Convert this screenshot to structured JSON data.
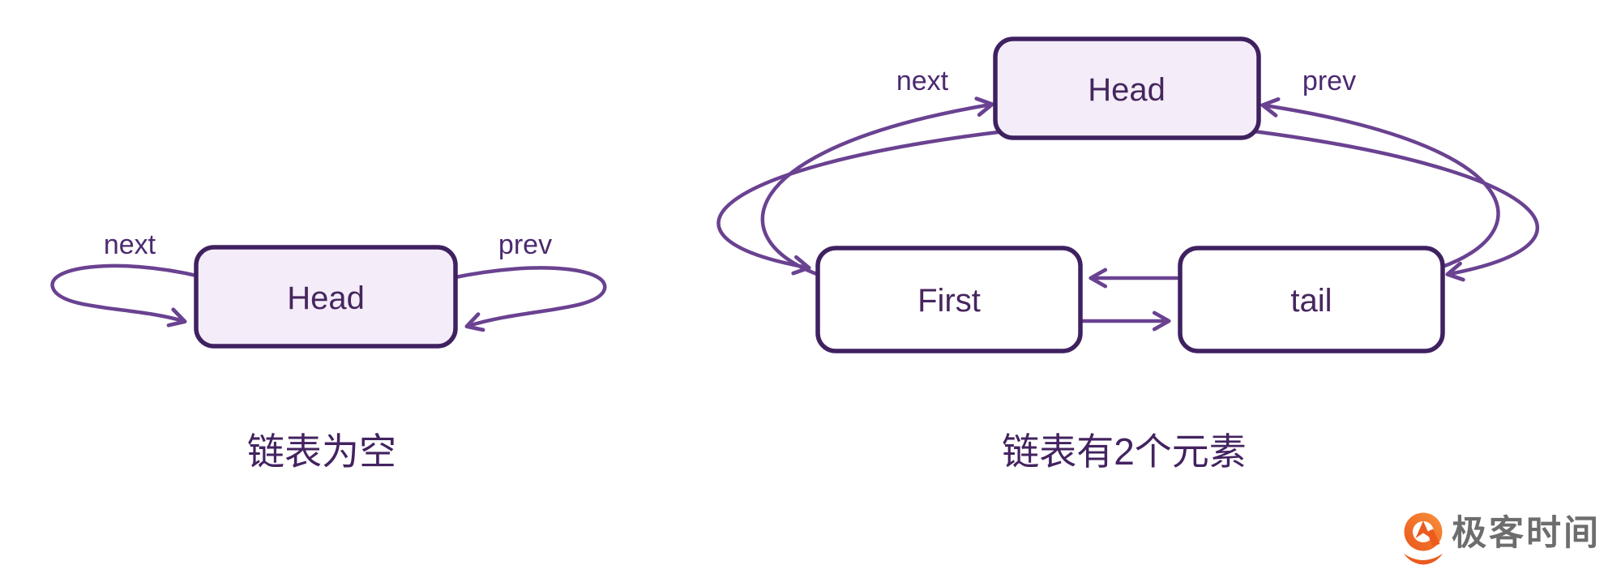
{
  "colors": {
    "node_border": "#3f2160",
    "node_fill_light": "#f4edf9",
    "node_fill_white": "#ffffff",
    "arrow": "#6a4291",
    "pointer_label_text": "#4b2a70",
    "node_label_text": "#46265e",
    "caption_text": "#432360",
    "logo_orange": "#f4772b",
    "logo_orange_dark": "#eb5a1e",
    "logo_text_gray": "#6e6d6e",
    "background": "#ffffff"
  },
  "empty_list_diagram": {
    "head_node_label": "Head",
    "next_label": "next",
    "prev_label": "prev",
    "caption": "链表为空",
    "edges": [
      {
        "from": "Head",
        "to": "Head",
        "pointer": "next",
        "side": "left-self-loop"
      },
      {
        "from": "Head",
        "to": "Head",
        "pointer": "prev",
        "side": "right-self-loop"
      }
    ]
  },
  "two_element_diagram": {
    "head_node_label": "Head",
    "first_node_label": "First",
    "tail_node_label": "tail",
    "next_label": "next",
    "prev_label": "prev",
    "caption": "链表有2个元素",
    "edges": [
      {
        "from": "Head",
        "to": "First",
        "pointer": "next",
        "side": "left-outer-arc"
      },
      {
        "from": "First",
        "to": "Head",
        "pointer": "prev",
        "side": "left-inner-arc"
      },
      {
        "from": "Head",
        "to": "tail",
        "pointer": "prev",
        "side": "right-outer-arc"
      },
      {
        "from": "tail",
        "to": "Head",
        "pointer": "next",
        "side": "right-inner-arc"
      },
      {
        "from": "tail",
        "to": "First",
        "pointer": "prev",
        "side": "middle-upper"
      },
      {
        "from": "First",
        "to": "tail",
        "pointer": "next",
        "side": "middle-lower"
      }
    ]
  },
  "logo": {
    "text": "极客时间",
    "icon": "geektime-q-pin-icon"
  }
}
